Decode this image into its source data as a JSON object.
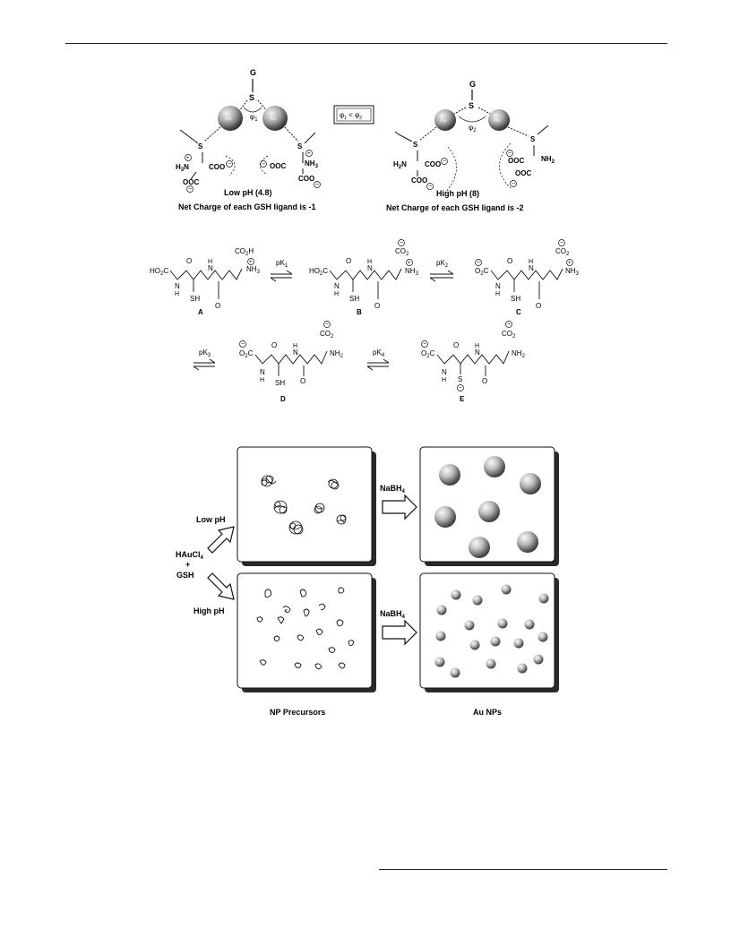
{
  "scheme_top": {
    "left": {
      "g_label": "G",
      "s_label": "S",
      "au_left": "Au",
      "au_right": "Au",
      "angle": "φ",
      "angle_sub": "1",
      "h3n": "H",
      "n_sub": "3",
      "n_label": "N",
      "coo": "COO",
      "ooc": "OOC",
      "nh3": "NH",
      "nh3_sub": "3",
      "caption": "Low pH (4.8)",
      "net_charge": "Net Charge of each GSH ligand is -1"
    },
    "compare": {
      "phi1": "φ",
      "sub1": "1",
      "lt": " < ",
      "phi2": "φ",
      "sub2": "2"
    },
    "right": {
      "g_label": "G",
      "s_label": "S",
      "au_left": "Au",
      "au_right": "Au",
      "angle": "φ",
      "angle_sub": "2",
      "h2n": "H",
      "n_sub": "2",
      "n_label": "N",
      "coo": "COO",
      "ooc": "OOC",
      "nh2": "NH",
      "nh2_sub": "2",
      "caption": "High pH (8)",
      "net_charge": "Net Charge of each GSH ligand is -2"
    }
  },
  "scheme_middle": {
    "pk1": "pK",
    "pk1_sub": "1",
    "pk2": "pK",
    "pk2_sub": "2",
    "pk3": "pK",
    "pk3_sub": "3",
    "pk4": "pK",
    "pk4_sub": "4",
    "labels": [
      "A",
      "B",
      "C",
      "D",
      "E"
    ],
    "atoms": {
      "co2h": "CO",
      "co2h_h": "H",
      "ho2c": "HO",
      "c": "C",
      "o": "O",
      "n": "N",
      "h": "H",
      "sh": "SH",
      "s": "S",
      "nh3": "NH",
      "nh2": "NH",
      "o2c": "O",
      "two": "2",
      "three": "3",
      "co2": "CO"
    }
  },
  "scheme_bottom": {
    "nabh4_top": "NaBH",
    "nabh4_top_sub": "4",
    "nabh4_bottom": "NaBH",
    "nabh4_bottom_sub": "4",
    "low_ph": "Low pH",
    "high_ph": "High pH",
    "reagent_line1": "HAuCl",
    "reagent_line1_sub": "4",
    "reagent_plus": "+",
    "reagent_line2": "GSH",
    "caption_left": "NP Precursors",
    "caption_right": "Au NPs"
  },
  "colors": {
    "ink": "#111111",
    "sphere_light": "#f4f4f4",
    "sphere_dark": "#4a4a4a",
    "panel_shadow": "#2a2a2a"
  }
}
